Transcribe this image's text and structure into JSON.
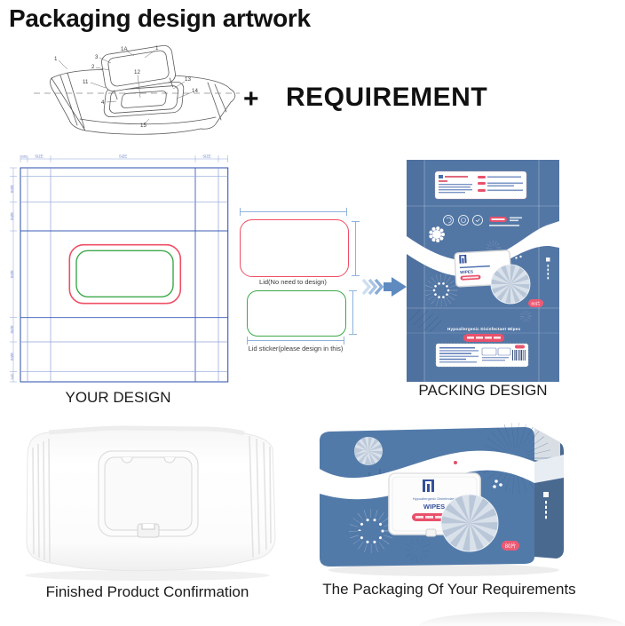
{
  "header": {
    "title": "Packaging design artwork",
    "plus": "+",
    "requirement": "REQUIREMENT"
  },
  "patent": {
    "labels": [
      "1A",
      "1",
      "3",
      "2",
      "1",
      "11",
      "12",
      "13",
      "14",
      "4",
      "15"
    ]
  },
  "dieline": {
    "caption": "YOUR DESIGN",
    "size_label": "SIZE"
  },
  "lid_spec": {
    "lid_note": "Lid(No need to design)",
    "sticker_note": "Lid sticker(please design in this)"
  },
  "packing": {
    "caption": "PACKING DESIGN",
    "tagline": "Hypoallergenic Disinfectant Wipes",
    "wipes_label": "WIPES",
    "count_badge": "80片"
  },
  "finished": {
    "caption": "Finished Product Confirmation"
  },
  "required_pack": {
    "caption": "The Packaging Of Your Requirements",
    "brand_line": "Hypoallergenic Disinfectant",
    "wipes_label": "WIPES",
    "count_badge": "80片"
  },
  "colors": {
    "package_blue": "#5377a5",
    "accent_red": "#e9516b",
    "dieline_blue": "#3c5cb4",
    "lid_outline_red": "#ef4f66",
    "sticker_outline_green": "#3da84a",
    "arrow_blue": "#5e8ac0",
    "fan_light_blue": "#d9e1ea"
  }
}
